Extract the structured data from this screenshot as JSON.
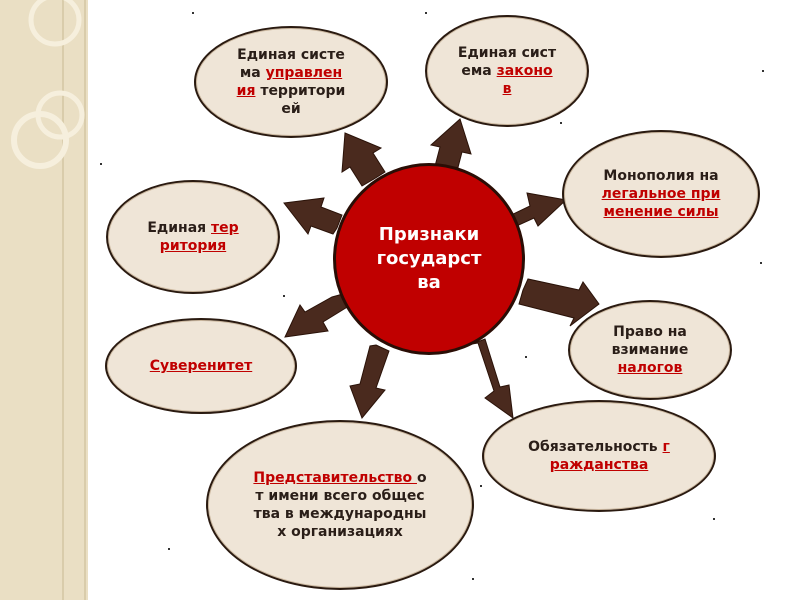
{
  "colors": {
    "accent": "#c00000",
    "bubble_fill": "#efe5d7",
    "arrow": "#4a2a1e",
    "sidebar": "#eadfc4"
  },
  "center": {
    "label": "Признаки государства"
  },
  "nodes": {
    "management": {
      "pre": "Единая система ",
      "hl": "управления",
      "post": " территорией"
    },
    "laws": {
      "pre": "Единая система ",
      "hl": "законов",
      "post": ""
    },
    "monopoly": {
      "pre": "Монополия на ",
      "hl": "легальное применение силы",
      "post": ""
    },
    "territory": {
      "pre": "Единая ",
      "hl": "территория",
      "post": ""
    },
    "taxes": {
      "pre": "Право на взимание ",
      "hl": "налогов",
      "post": ""
    },
    "sovereignty": {
      "pre": "",
      "hl": "Суверенитет",
      "post": ""
    },
    "citizenship": {
      "pre": "Обязательность ",
      "hl": "гражданства",
      "post": ""
    },
    "representation": {
      "pre": "",
      "hl": "Представительство ",
      "post": "от имени всего общества в международных организациях"
    }
  }
}
